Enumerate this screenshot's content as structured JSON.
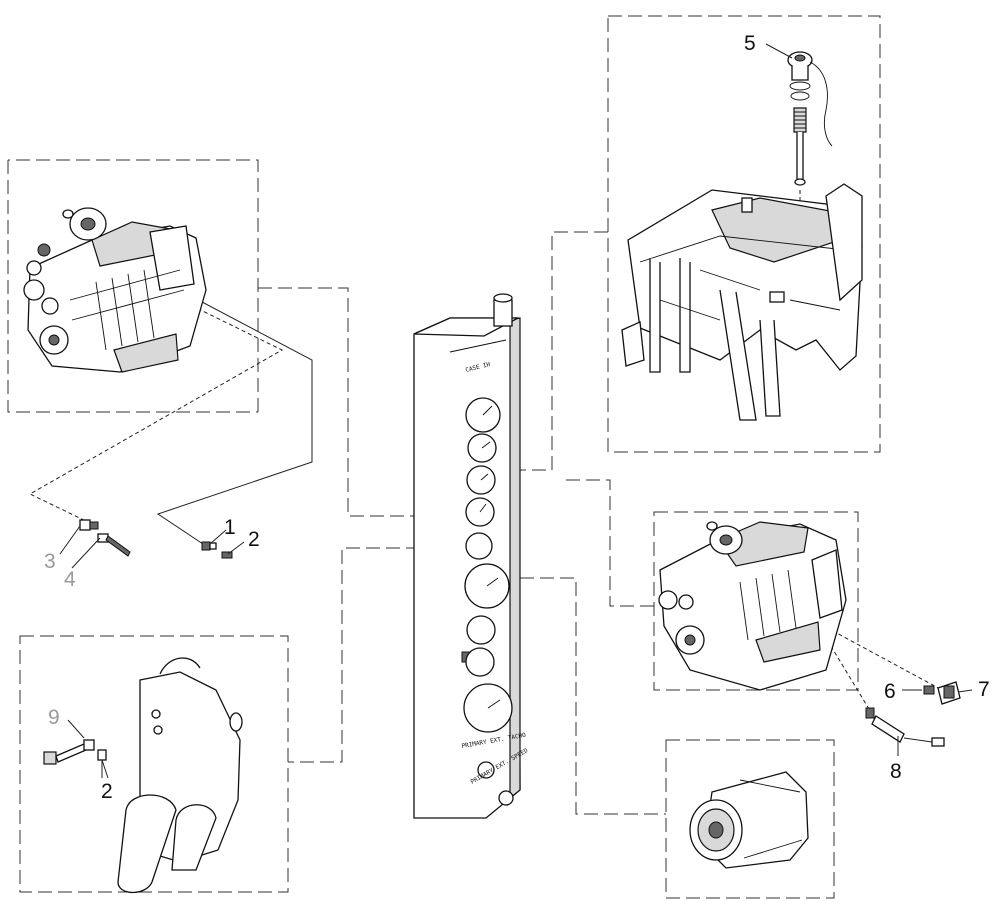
{
  "diagram": {
    "callouts": [
      {
        "id": "c1",
        "label": "1"
      },
      {
        "id": "c2a",
        "label": "2"
      },
      {
        "id": "c2b",
        "label": "2"
      },
      {
        "id": "c3",
        "label": "3"
      },
      {
        "id": "c4",
        "label": "4"
      },
      {
        "id": "c5",
        "label": "5"
      },
      {
        "id": "c6",
        "label": "6"
      },
      {
        "id": "c7",
        "label": "7"
      },
      {
        "id": "c8",
        "label": "8"
      },
      {
        "id": "c9",
        "label": "9"
      }
    ],
    "panel_labels": {
      "brand": "CASE IH",
      "tach": "PRIMARY EXT. TACHO",
      "speed": "PRIMARY EXT. SPEED"
    }
  }
}
